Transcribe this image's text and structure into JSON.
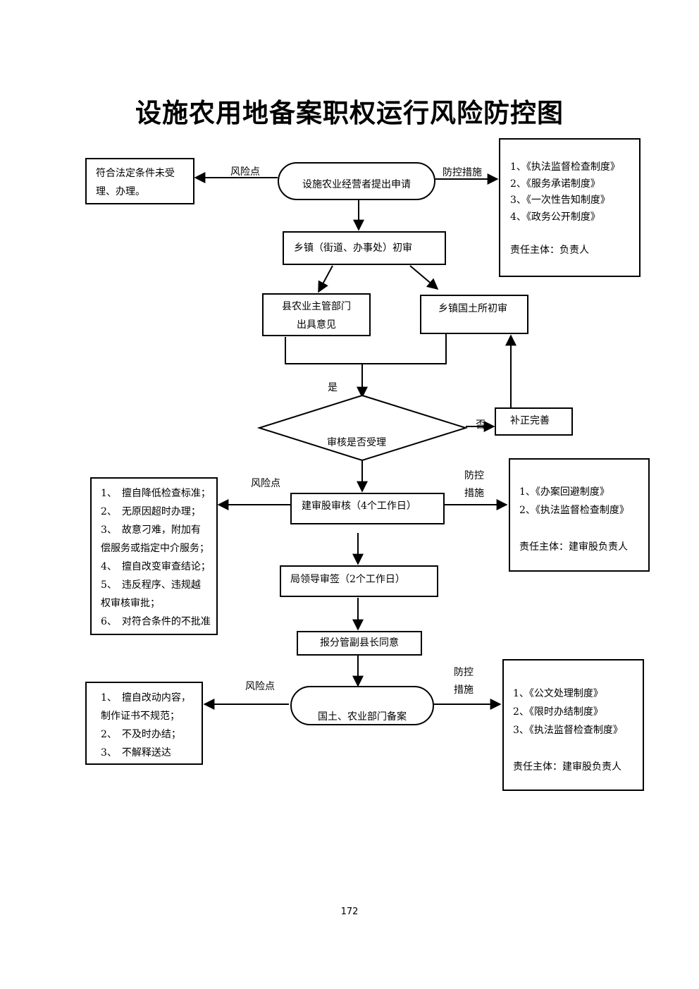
{
  "title": "设施农用地备案职权运行风险防控图",
  "page_number": "172",
  "nodes": {
    "apply": "设施农业经营者提出申请",
    "town_review": "乡镇（街道、办事处）初审",
    "agri_dept": [
      "县农业主管部门",
      "出具意见"
    ],
    "land_office": "乡镇国土所初审",
    "decision": "审核是否受理",
    "supplement": "补正完善",
    "construction_review": "建审股审核（4个工作日）",
    "leader_sign": "局领导审签（2个工作日）",
    "vice_mayor": "报分管副县长同意",
    "filing": "国土、农业部门备案"
  },
  "labels": {
    "risk_point": "风险点",
    "control_measures": "防控措施",
    "control": "防控",
    "measures": "措施",
    "yes": "是",
    "no": "否"
  },
  "risk_boxes": {
    "r1": [
      "符合法定条件未受",
      "理、办理。"
    ],
    "r2": [
      "1、　擅自降低检查标准；",
      "2、　无原因超时办理；",
      "3、　故意刁难，附加有",
      "偿服务或指定中介服务；",
      "4、　擅自改变审查结论；",
      "5、　违反程序、违规越",
      "权审核审批；",
      "6、　对符合条件的不批准"
    ],
    "r3": [
      "1、　擅自改动内容，",
      "制作证书不规范；",
      "2、　不及时办结；",
      "3、　不解释送达"
    ]
  },
  "measure_boxes": {
    "m1": [
      "1、《执法监督检查制度》",
      "2、《服务承诺制度》",
      "3、《一次性告知制度》",
      "4、《政务公开制度》",
      "",
      "责任主体：负责人"
    ],
    "m2": [
      "1、《办案回避制度》",
      "2、《执法监督检查制度》",
      "",
      "责任主体：建审股负责人"
    ],
    "m3": [
      "1、《公文处理制度》",
      "2、《限时办结制度》",
      "3、《执法监督检查制度》",
      "",
      "责任主体：建审股负责人"
    ]
  }
}
